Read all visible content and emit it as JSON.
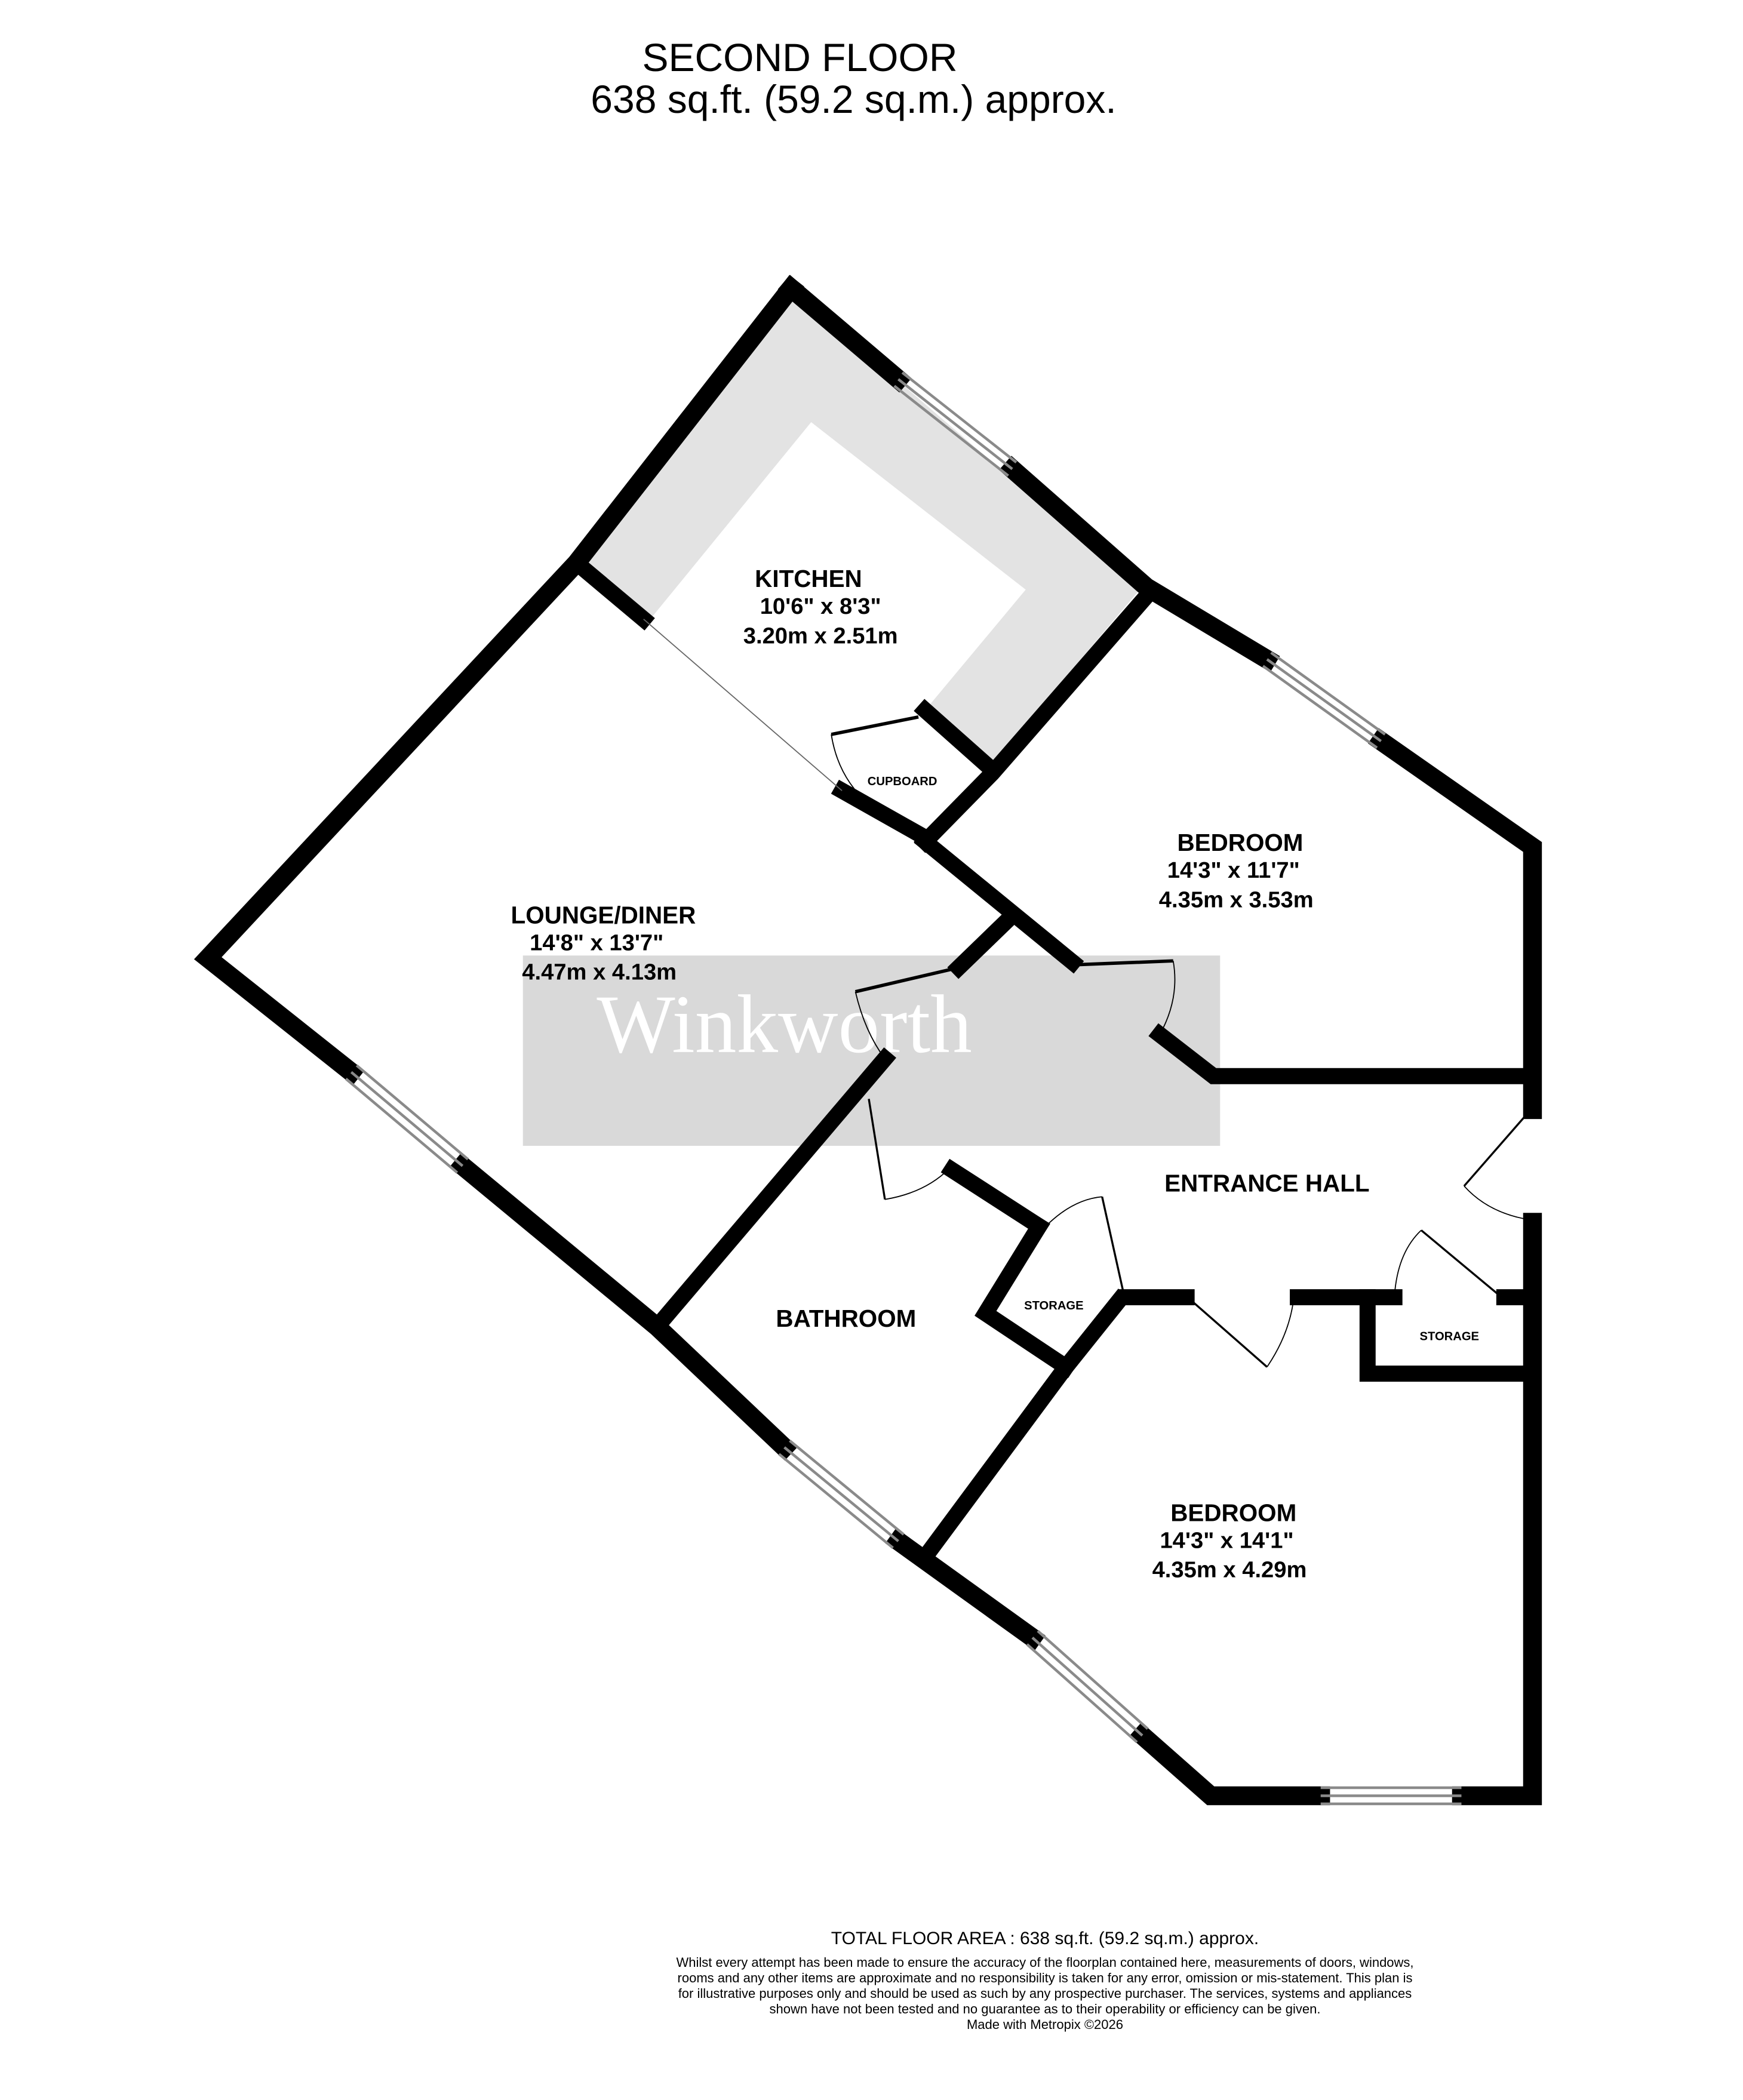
{
  "header": {
    "floor_name": "SECOND FLOOR",
    "floor_area": "638 sq.ft. (59.2 sq.m.) approx."
  },
  "rooms": [
    {
      "name": "KITCHEN",
      "imperial": "10'6\"  x 8'3\"",
      "metric": "3.20m  x 2.51m"
    },
    {
      "name": "BEDROOM",
      "imperial": "14'3\"  x 11'7\"",
      "metric": "4.35m  x 3.53m"
    },
    {
      "name": "LOUNGE/DINER",
      "imperial": "14'8\"  x 13'7\"",
      "metric": "4.47m  x 4.13m"
    },
    {
      "name": "ENTRANCE HALL"
    },
    {
      "name": "BATHROOM"
    },
    {
      "name": "BEDROOM",
      "imperial": "14'3\"  x 14'1\"",
      "metric": "4.35m  x 4.29m"
    }
  ],
  "small_labels": {
    "cupboard": "CUPBOARD",
    "storage_1": "STORAGE",
    "storage_2": "STORAGE"
  },
  "watermark": {
    "text": "Winkworth",
    "background": "#d9d9d9",
    "text_color": "#ffffff"
  },
  "colors": {
    "wall": "#000000",
    "kitchen_worktop": "#e3e3e3",
    "window_frame": "#8a8a8a"
  },
  "footer": {
    "total": "TOTAL FLOOR AREA : 638 sq.ft. (59.2 sq.m.) approx.",
    "disclaimer": "Whilst every attempt has been made to ensure the accuracy of the floorplan contained here, measurements of doors, windows, rooms and any other items are approximate and no responsibility is taken for any error, omission or mis-statement. This plan is for illustrative purposes only and should be used as such by any prospective purchaser. The services, systems and appliances shown have not been tested and no guarantee as to their operability or efficiency can be given.",
    "credit": "Made with Metropix ©2026"
  }
}
